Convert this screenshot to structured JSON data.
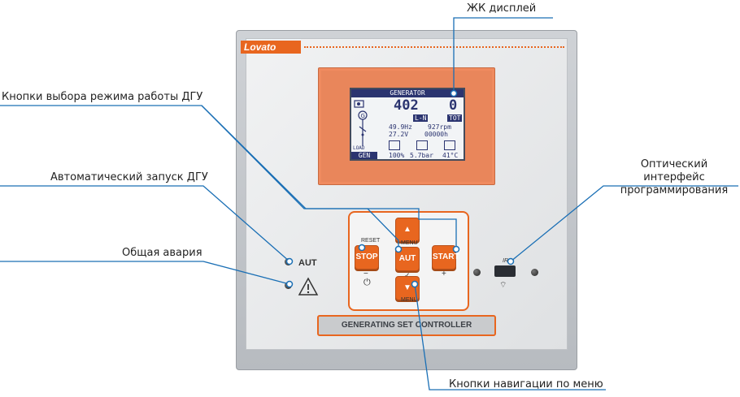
{
  "callouts": {
    "lcd": "ЖК дисплей",
    "mode_buttons": "Кнопки выбора режима работы ДГУ",
    "auto_start": "Автоматический запуск ДГУ",
    "alarm": "Общая авария",
    "optical": "Оптический интерфейс программирования",
    "menu_nav": "Кнопки навигации по меню"
  },
  "device": {
    "brand": "Lovato",
    "nameplate": "GENERATING SET CONTROLLER",
    "aut_led_label": "AUT",
    "ir_label": "IR"
  },
  "lcd": {
    "header": "GENERATOR",
    "value_left": "402",
    "value_right": "0",
    "unit_left": "L-N",
    "unit_right": "TOT",
    "freq": "49.9Hz",
    "rpm": "927rpm",
    "batt": "27.2V",
    "hours": "00000h",
    "load": "LOAD",
    "mode": "GEN",
    "fuel": "100%",
    "oil": "5.7bar",
    "temp": "41°C"
  },
  "buttons": {
    "stop": "STOP",
    "stop_top": "RESET",
    "stop_bottom": "−",
    "aut": "AUT",
    "aut_bottom": "✓",
    "start": "START",
    "start_bottom": "+",
    "up_label": "MENU",
    "down_label": "MENU"
  },
  "colors": {
    "accent": "#e8661f",
    "callout_line": "#1a6fb5",
    "lcd_ink": "#2b3470"
  }
}
